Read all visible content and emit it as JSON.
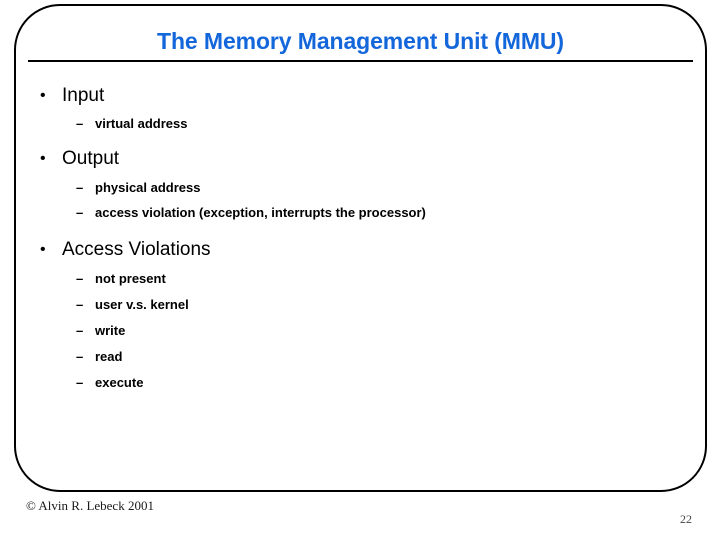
{
  "slide": {
    "title": "The Memory Management Unit (MMU)",
    "accent_color": "#1467db",
    "text_color": "#000000",
    "frame_color": "#000000",
    "background_color": "#ffffff"
  },
  "markers": {
    "bullet": "•",
    "dash": "–"
  },
  "content": {
    "sections": [
      {
        "heading": "Input",
        "items": [
          "virtual address"
        ]
      },
      {
        "heading": "Output",
        "items": [
          "physical address",
          "access violation (exception, interrupts the processor)"
        ]
      },
      {
        "heading": "Access Violations",
        "items": [
          "not present",
          "user v.s. kernel",
          "write",
          "read",
          "execute"
        ]
      }
    ]
  },
  "footer": {
    "copyright": "© Alvin R. Lebeck 2001",
    "page_number": "22"
  }
}
